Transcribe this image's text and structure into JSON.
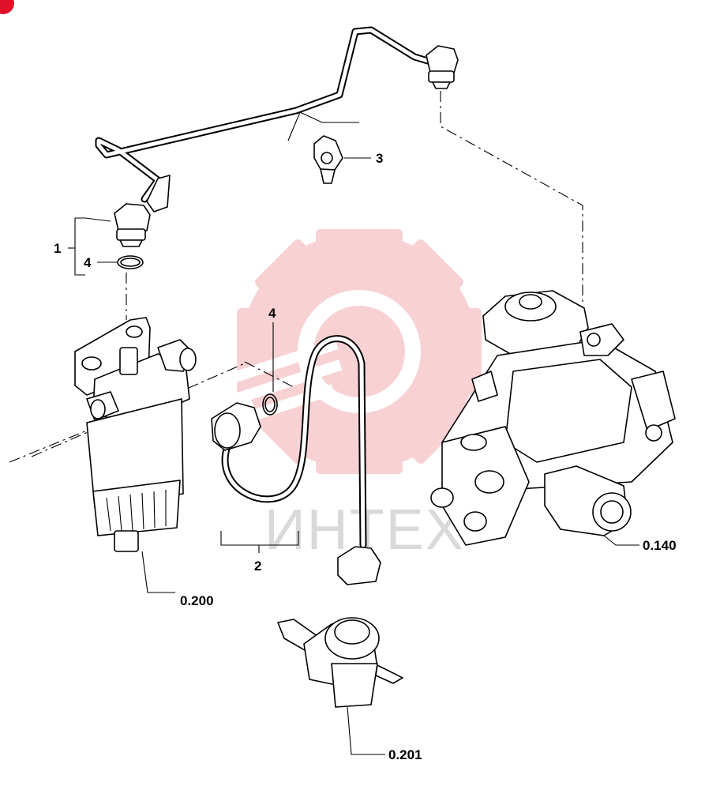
{
  "watermark": {
    "text": "ИНТЕХ",
    "gear_color": "#f6c9cc",
    "badge_color": "#e0102a"
  },
  "callouts": [
    {
      "id": "1",
      "label": "1"
    },
    {
      "id": "2",
      "label": "2"
    },
    {
      "id": "3",
      "label": "3"
    },
    {
      "id": "4a",
      "label": "4"
    },
    {
      "id": "4b",
      "label": "4"
    },
    {
      "id": "p140",
      "label": "0.140"
    },
    {
      "id": "p200",
      "label": "0.200"
    },
    {
      "id": "p201",
      "label": "0.201"
    }
  ],
  "icons": [
    "fuel-pipe-icon",
    "banjo-fitting-icon",
    "pipe-clamp-icon",
    "o-ring-icon",
    "fuel-filter-icon",
    "injection-pump-icon",
    "feed-pump-icon",
    "flexible-hose-icon",
    "watermark-gear-icon"
  ]
}
